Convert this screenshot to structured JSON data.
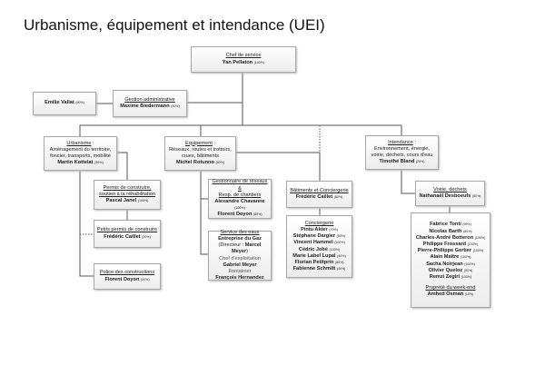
{
  "title": "Urbanisme, équipement et intendance (UEI)",
  "chef": {
    "heading": "Chef de service",
    "name": "Yan Pellaton",
    "pct": "(100%)"
  },
  "gestion": {
    "heading": "Gestion administrative",
    "name": "Maxime Biedermann",
    "pct": "(30%)"
  },
  "emilie": {
    "name": "Emilie Vallat",
    "pct": "(60%)"
  },
  "urbanisme": {
    "heading": "Urbanisme",
    "suffix": " :",
    "desc": "Aménagement du territoire, foncier, transports, mobilité",
    "name": "Martin Kottelat",
    "pct": "(90%)"
  },
  "equipement": {
    "heading": "Equipement",
    "suffix": " :",
    "desc": "Réseaux, routes et trottoirs, crues, bâtiments",
    "name": "Michel Rotunno",
    "pct": "(80%)"
  },
  "intendance": {
    "heading": "Intendance",
    "suffix": " :",
    "desc": "Environnement, énergie, voirie, déchets, cours d'eau",
    "name": "Timothé Bland",
    "pct": "(70%)"
  },
  "permis": {
    "heading": "Permis de construire, soutien à la réhabilitation",
    "name": "Pascal Janel",
    "pct": "(100%)"
  },
  "petits": {
    "heading": "Petits permis de construire",
    "name": "Frédéric Caillet",
    "pct": "(20%)"
  },
  "police": {
    "heading": "Police des constructions",
    "name": "Florent Doyon",
    "pct": "(20%)"
  },
  "reseaux": {
    "heading1": "Gestionnaire de réseaux",
    "amp": "&",
    "heading2": "Resp. de chantiers",
    "people": [
      {
        "name": "Alexandre Chavanne",
        "pct": "(100%)"
      },
      {
        "name": "Florent Doyon",
        "pct": "(80%)"
      }
    ]
  },
  "eaux": {
    "heading": "Service des eaux",
    "company": "Entreprise du Gaz",
    "dir_label": "(Directeur : ",
    "dir_name": "Marcel Meyer",
    "dir_close": ")",
    "role1": "Chef d'exploitation",
    "name1": "Gabriel Meyer",
    "role2": "Fontainier",
    "name2": "François Hernandez"
  },
  "batiments": {
    "heading": "Bâtiments et Conciergerie",
    "name": "Frédéric Caillet",
    "pct": "(80%)"
  },
  "conciergerie": {
    "heading": "Conciergerie",
    "people": [
      {
        "name": "Pintu Akter",
        "pct": "(70%)"
      },
      {
        "name": "Stéphane Dargier",
        "pct": "(60%)"
      },
      {
        "name": "Vincent Hammel",
        "pct": "(100%)"
      },
      {
        "name": "Cédric Jobé",
        "pct": "(100%)"
      },
      {
        "name": "Marie Label Lupal",
        "pct": "(40%)"
      },
      {
        "name": "Florian Petitprin",
        "pct": "(80%)"
      },
      {
        "name": "Fabienne Schmitt",
        "pct": "(40%)"
      }
    ]
  },
  "voirie": {
    "heading": "Voirie, déchets",
    "name": "Nathanaël Desboeufs",
    "pct": "(80%)"
  },
  "voirie_team": {
    "people": [
      {
        "name": "Fabrice Tonti",
        "pct": "(90%)"
      },
      {
        "name": "Nicolas Barth",
        "pct": "(80%)"
      },
      {
        "name": "Charles-André Botteron",
        "pct": "(100%)"
      },
      {
        "name": "Philippe Frossard",
        "pct": "(100%)"
      },
      {
        "name": "Pierre-Philippe Gerber",
        "pct": "(100%)"
      },
      {
        "name": "Alain Maître",
        "pct": "(100%)"
      },
      {
        "name": "Sacha Noirjean",
        "pct": "(100%)"
      },
      {
        "name": "Olivier Queloz",
        "pct": "(90%)"
      },
      {
        "name": "Remzi Zegiri",
        "pct": "(100%)"
      }
    ],
    "weekend_heading": "Propreté du week-end",
    "weekend": {
      "name": "Amhed Osman",
      "pct": "(10%)"
    }
  }
}
